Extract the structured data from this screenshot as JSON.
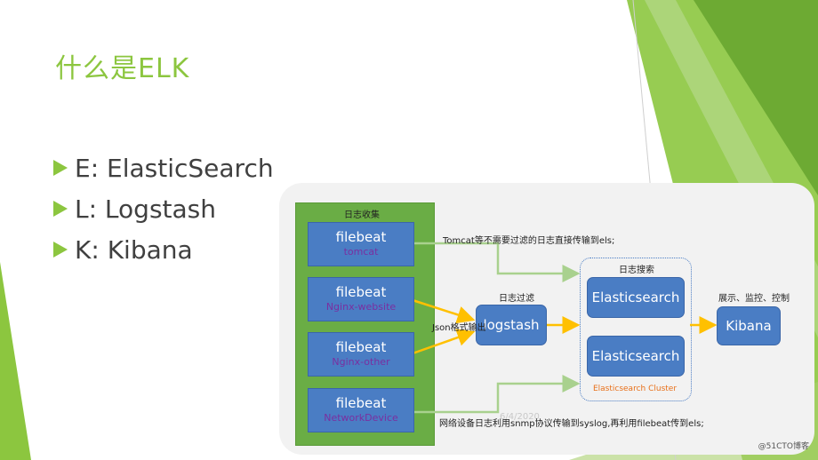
{
  "slide": {
    "title": "什么是ELK",
    "bullets": [
      "E: ElasticSearch",
      "L: Logstash",
      "K: Kibana"
    ],
    "accent_color": "#8cc63f"
  },
  "diagram": {
    "collect_label": "日志收集",
    "filebeats": [
      {
        "name": "filebeat",
        "sub": "tomcat"
      },
      {
        "name": "filebeat",
        "sub": "Nginx-website"
      },
      {
        "name": "filebeat",
        "sub": "Nginx-other"
      },
      {
        "name": "filebeat",
        "sub": "NetworkDevice"
      }
    ],
    "filter_label": "日志过滤",
    "logstash": "logstash",
    "search_label": "日志搜索",
    "elasticsearch_nodes": [
      "Elasticsearch",
      "Elasticsearch"
    ],
    "cluster_label": "Elasticsearch Cluster",
    "display_label": "展示、监控、控制",
    "kibana": "Kibana",
    "tomcat_note": "Tomcat等不需要过滤的日志直接传输到els;",
    "json_note": "Json格式输出",
    "network_note": "网络设备日志利用snmp协议传输到syslog,再利用filebeat传到els;",
    "watermark": "6/4/2020",
    "corner_mark": "@51CTO博客",
    "colors": {
      "node_blue": "#4a7dc4",
      "panel_green": "#6aad45",
      "arrow_yellow": "#ffc000",
      "arrow_green": "#a9d18e",
      "sub_purple": "#7a2fa0",
      "cluster_orange": "#e8701a"
    }
  }
}
